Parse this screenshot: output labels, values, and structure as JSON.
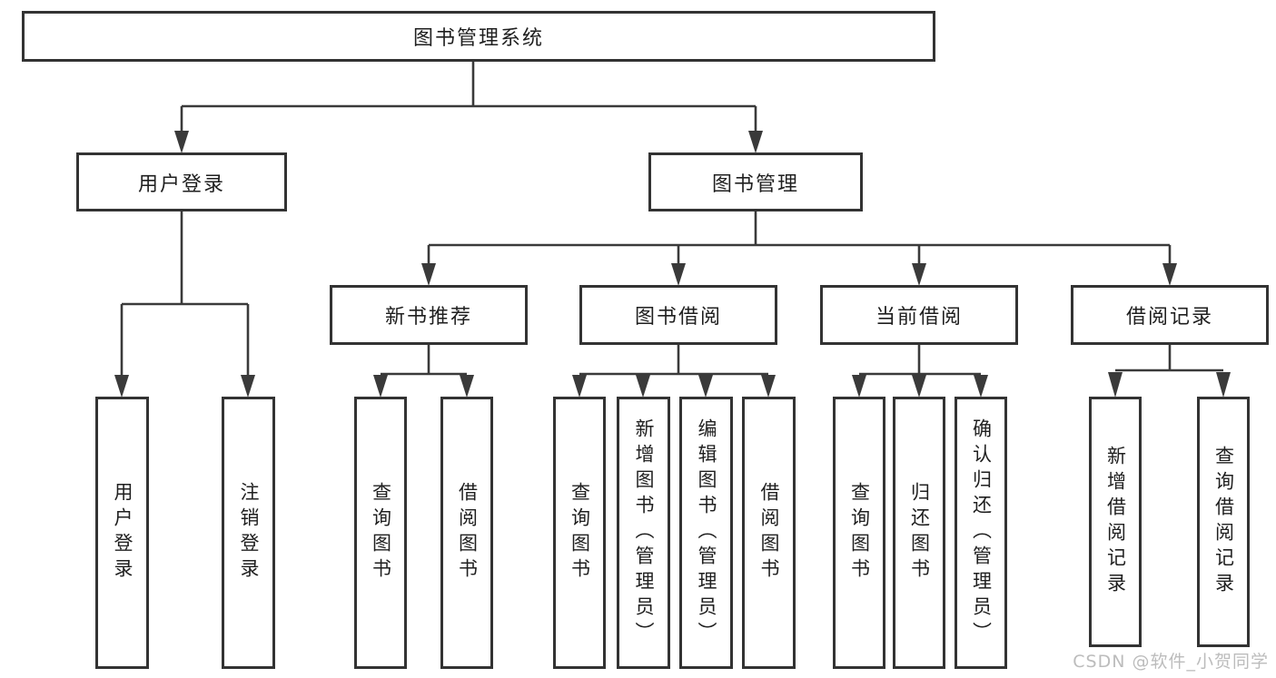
{
  "diagram": {
    "type": "tree",
    "orientation": "top-down",
    "tree": {
      "label": "图书管理系统",
      "children": [
        {
          "label": "用户登录",
          "children": [
            {
              "label": "用户登录"
            },
            {
              "label": "注销登录"
            }
          ]
        },
        {
          "label": "图书管理",
          "children": [
            {
              "label": "新书推荐",
              "children": [
                {
                  "label": "查询图书"
                },
                {
                  "label": "借阅图书"
                }
              ]
            },
            {
              "label": "图书借阅",
              "children": [
                {
                  "label": "查询图书"
                },
                {
                  "label": "新增图书（管理员）"
                },
                {
                  "label": "编辑图书（管理员）"
                },
                {
                  "label": "借阅图书"
                }
              ]
            },
            {
              "label": "当前借阅",
              "children": [
                {
                  "label": "查询图书"
                },
                {
                  "label": "归还图书"
                },
                {
                  "label": "确认归还（管理员）"
                }
              ]
            },
            {
              "label": "借阅记录",
              "children": [
                {
                  "label": "新增借阅记录"
                },
                {
                  "label": "查询借阅记录"
                }
              ]
            }
          ]
        }
      ]
    },
    "colors": {
      "line": "#3a3a3a",
      "box_border": "#333333",
      "text": "#1f1f1f",
      "background": "#ffffff",
      "watermark": "#bcbcbc"
    }
  },
  "watermark": {
    "text": "CSDN @软件_小贺同学"
  }
}
